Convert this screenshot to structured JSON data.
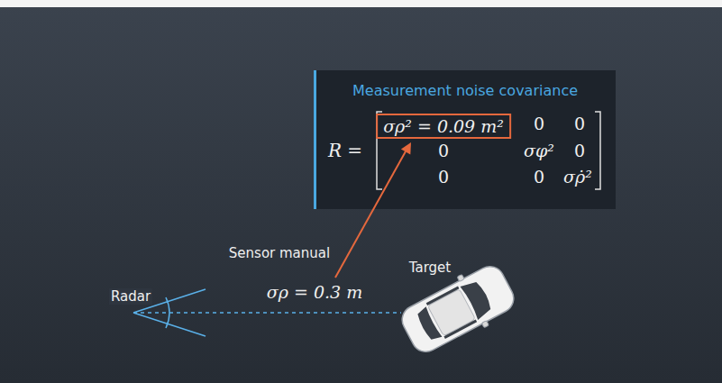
{
  "diagram": {
    "nodes": [
      {
        "text": [
          "Measurement noise covariance",
          "R =",
          "0",
          "0",
          "0",
          "σφ²",
          "0",
          "0",
          "0",
          "σρ̇²"
        ]
      },
      {
        "text": [
          "σρ² = 0.09 m²"
        ],
        "in": 0
      }
    ],
    "labels": [
      "Sensor manual",
      "σρ = 0.3 m",
      "Radar",
      "Target"
    ]
  }
}
